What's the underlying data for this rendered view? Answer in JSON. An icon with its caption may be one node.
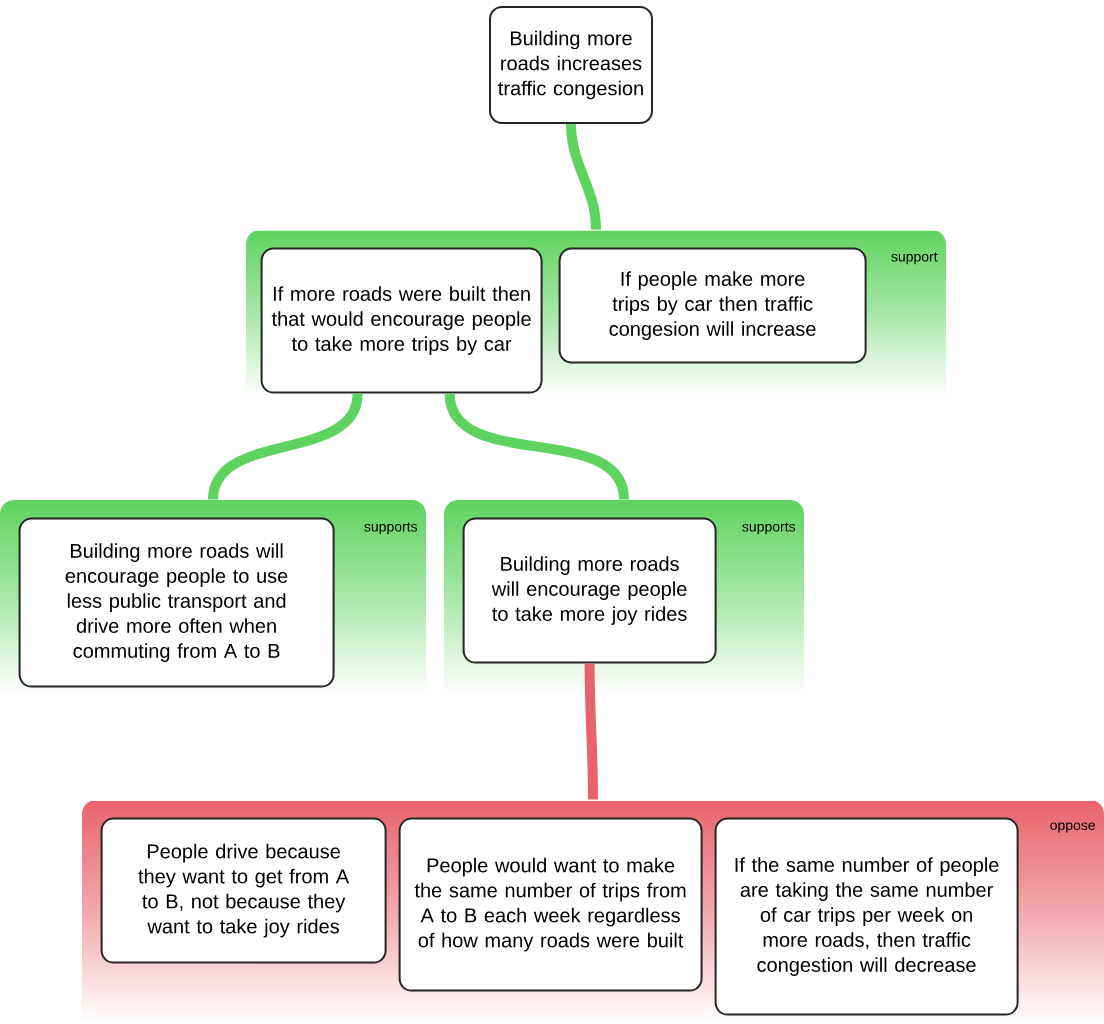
{
  "diagram": {
    "nodes": [
      {
        "text": [
          "Building more roads increases traffic congesion"
        ]
      },
      {
        "text": [
          "support"
        ]
      },
      {
        "text": [
          "If more roads were built then that would encourage people to take more trips by car"
        ],
        "in": 1
      },
      {
        "text": [
          "If people make more trips by car then traffic congesion will increase"
        ],
        "in": 1
      },
      {
        "text": [
          "supports"
        ]
      },
      {
        "text": [
          "Building more roads will encourage  people to use less public transport and drive more often when commuting from A to B"
        ],
        "in": 4
      },
      {
        "text": [
          "supports"
        ]
      },
      {
        "text": [
          "Building more roads will encourage people to take more joy rides"
        ],
        "in": 6
      },
      {
        "text": [
          "oppose"
        ]
      },
      {
        "text": [
          "People drive because they want to get from A to B, not because they want to take joy rides"
        ],
        "in": 8
      },
      {
        "text": [
          "People would want to make the same number of trips from A to B each week regardless of how many roads were built"
        ],
        "in": 8
      },
      {
        "text": [
          "If the same number of people are taking the same number of car trips per week on more roads, then traffic congestion will decrease"
        ],
        "in": 8
      }
    ],
    "edges": [
      {
        "from": 1,
        "to": 0,
        "arrow": "none"
      },
      {
        "from": 4,
        "to": 2,
        "arrow": "none"
      },
      {
        "from": 6,
        "to": 2,
        "arrow": "none"
      },
      {
        "from": 8,
        "to": 7,
        "arrow": "none",
        "color": "#e8636b"
      }
    ]
  }
}
